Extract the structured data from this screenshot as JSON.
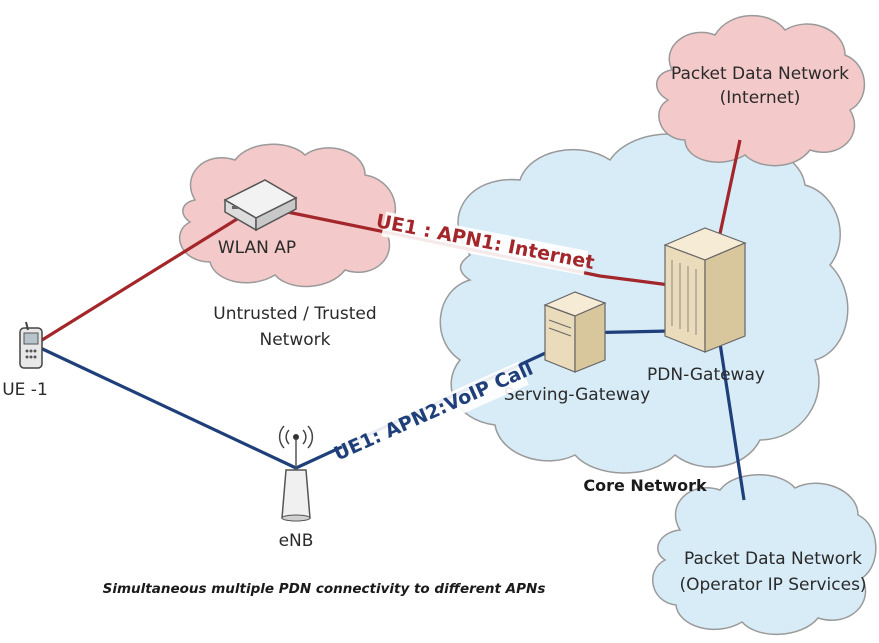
{
  "colors": {
    "red_link": "#a3262a",
    "blue_link": "#1f3f7a",
    "pink_cloud": "#f3c9c9",
    "blue_cloud": "#d8ecf8",
    "cloud_outline": "#9a9a9a"
  },
  "nodes": {
    "pdn_internet": {
      "line1": "Packet Data Network",
      "line2": "(Internet)"
    },
    "wlan_ap": {
      "label": "WLAN AP"
    },
    "untrusted_network": {
      "line1": "Untrusted / Trusted",
      "line2": "Network"
    },
    "ue": {
      "label": "UE -1"
    },
    "enb": {
      "label": "eNB"
    },
    "serving_gateway": {
      "label": "Serving-Gateway"
    },
    "pdn_gateway": {
      "label": "PDN-Gateway"
    },
    "core_network": {
      "label": "Core Network"
    },
    "pdn_operator": {
      "line1": "Packet Data Network",
      "line2": "(Operator IP Services)"
    }
  },
  "links": {
    "internet": "UE1 : APN1: Internet",
    "voip": "UE1: APN2:VoIP Call"
  },
  "caption": "Simultaneous multiple PDN connectivity to different APNs",
  "icons": {
    "phone": "mobile-phone-icon",
    "router": "wifi-router-icon",
    "tower": "cell-tower-icon",
    "serving_server": "server-icon",
    "gateway_server": "server-rack-icon"
  }
}
